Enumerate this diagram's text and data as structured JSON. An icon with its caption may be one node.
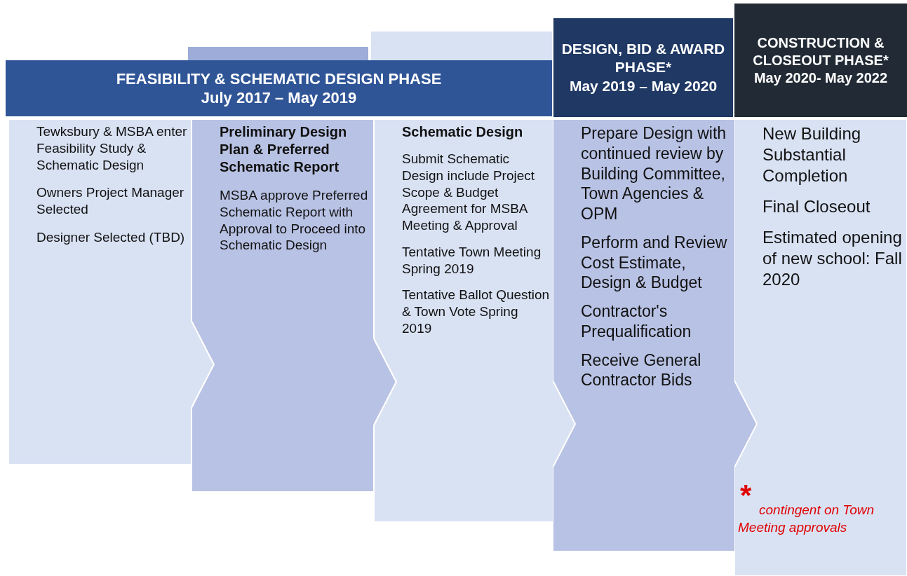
{
  "diagram": {
    "nodes": [
      {
        "text": [
          "FEASIBILITY & SCHEMATIC DESIGN PHASE",
          "July 2017 – May 2019"
        ]
      },
      {
        "text": [
          "DESIGN, BID & AWARD PHASE*",
          "May 2019 – May 2020"
        ]
      },
      {
        "text": [
          "CONSTRUCTION & CLOSEOUT PHASE*",
          "May 2020- May 2022"
        ]
      },
      {
        "text": [
          "Tewksbury & MSBA enter Feasibility Study & Schematic Design",
          "Owners Project Manager Selected",
          "Designer Selected (TBD)"
        ]
      },
      {
        "text": [
          "Preliminary Design Plan & Preferred Schematic Report",
          "MSBA approve Preferred Schematic Report with Approval to Proceed into Schematic Design"
        ]
      },
      {
        "text": [
          "Schematic Design",
          "Submit Schematic Design include Project Scope & Budget Agreement for MSBA Meeting & Approval",
          "Tentative Town Meeting Spring 2019",
          "Tentative Ballot Question & Town Vote Spring 2019"
        ]
      },
      {
        "text": [
          "Prepare Design with continued review by Building Committee, Town Agencies & OPM",
          "Perform and Review Cost Estimate, Design & Budget",
          "Contractor's Prequalification",
          "Receive General Contractor Bids"
        ]
      },
      {
        "text": [
          "New Building Substantial Completion",
          "Final Closeout",
          "Estimated opening of new school: Fall 2020"
        ]
      }
    ],
    "edges": [],
    "labels": [
      "*",
      "contingent on Town Meeting approvals"
    ]
  }
}
